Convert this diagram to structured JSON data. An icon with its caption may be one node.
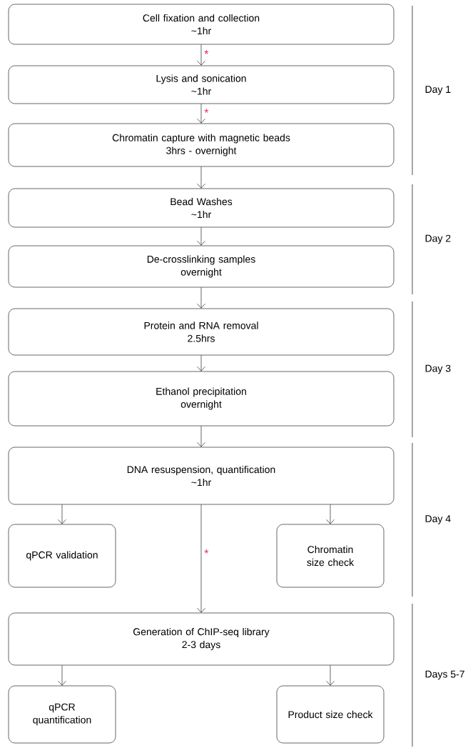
{
  "diagram": {
    "nodes": [
      {
        "text": [
          "Cell fixation and collection",
          "~1hr"
        ]
      },
      {
        "text": [
          "Lysis and sonication",
          "~1hr"
        ]
      },
      {
        "text": [
          "Chromatin capture with magnetic beads",
          "3hrs - overnight"
        ]
      },
      {
        "text": [
          "Bead Washes",
          "~1hr"
        ]
      },
      {
        "text": [
          "De-crosslinking samples",
          "overnight"
        ]
      },
      {
        "text": [
          "Protein and RNA removal",
          "2.5hrs"
        ]
      },
      {
        "text": [
          "Ethanol precipitation",
          "overnight"
        ]
      },
      {
        "text": [
          "DNA resuspension, quantification",
          "~1hr"
        ]
      },
      {
        "text": [
          "qPCR validation"
        ]
      },
      {
        "text": [
          "Chromatin size check"
        ]
      },
      {
        "text": [
          "Generation of ChIP-seq library",
          "2-3 days"
        ]
      },
      {
        "text": [
          "qPCR quantification"
        ]
      },
      {
        "text": [
          "Product size check"
        ]
      }
    ],
    "edges": [
      {
        "from": 0,
        "to": 1,
        "arrow": "to",
        "label": "*"
      },
      {
        "from": 1,
        "to": 2,
        "arrow": "to",
        "label": "*"
      },
      {
        "from": 2,
        "to": 3,
        "arrow": "to"
      },
      {
        "from": 3,
        "to": 4,
        "arrow": "to"
      },
      {
        "from": 4,
        "to": 5,
        "arrow": "to"
      },
      {
        "from": 5,
        "to": 6,
        "arrow": "to"
      },
      {
        "from": 6,
        "to": 7,
        "arrow": "to"
      },
      {
        "from": 7,
        "to": 8,
        "arrow": "to"
      },
      {
        "from": 7,
        "to": 10,
        "arrow": "to",
        "label": "*"
      },
      {
        "from": 7,
        "to": 9,
        "arrow": "to"
      },
      {
        "from": 10,
        "to": 11,
        "arrow": "to"
      },
      {
        "from": 10,
        "to": 12,
        "arrow": "to"
      }
    ],
    "labels": [
      "Day 1",
      "Day 2",
      "Day 3",
      "Day 4",
      "Days 5-7"
    ]
  }
}
